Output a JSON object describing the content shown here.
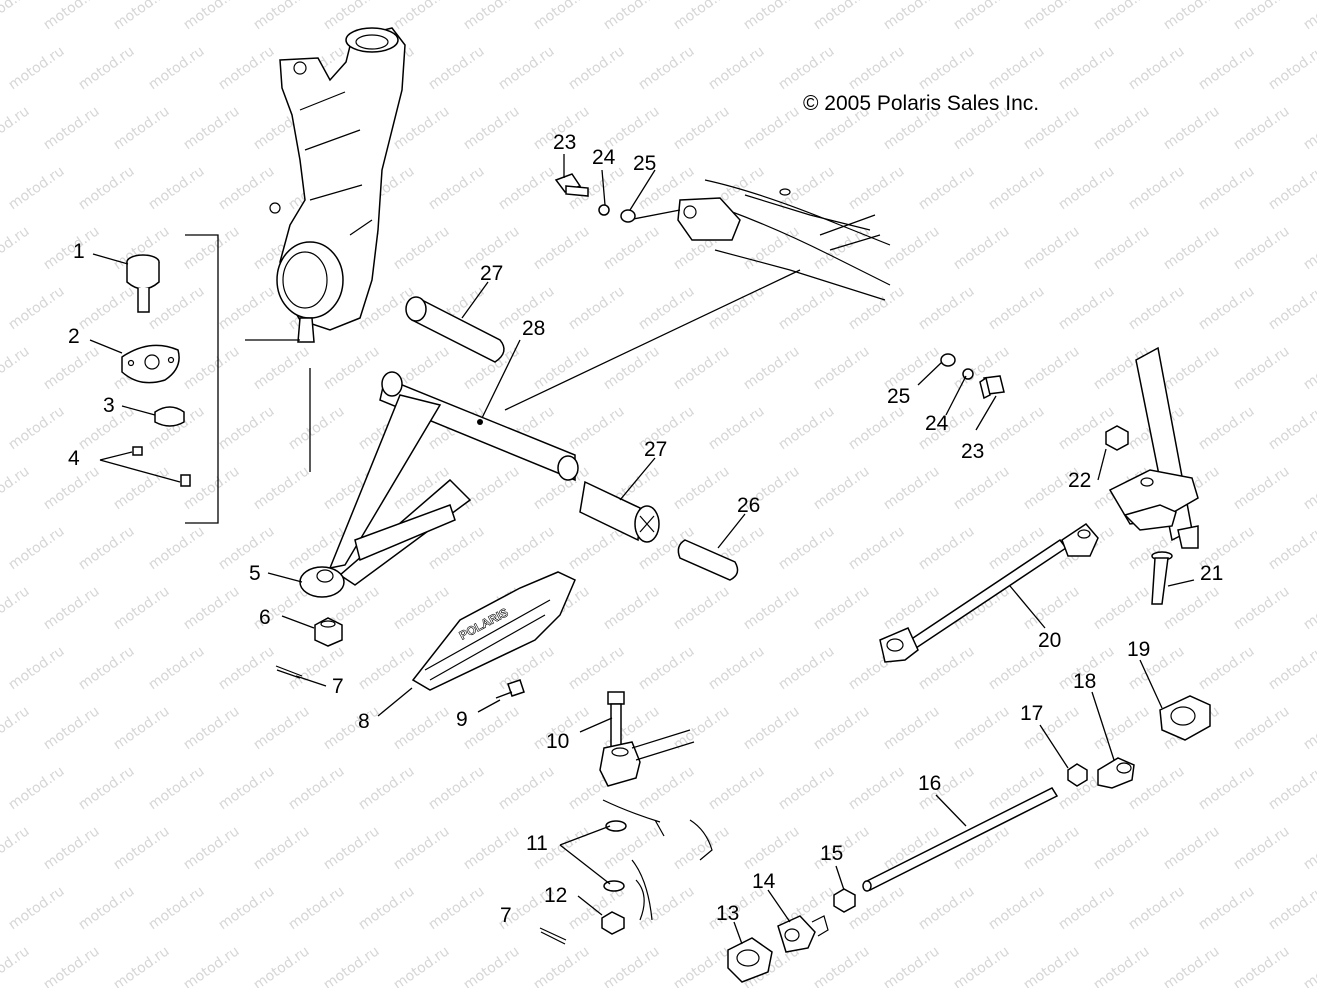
{
  "copyright": "© 2005 Polaris Sales Inc.",
  "watermark": "motod.ru",
  "callouts": [
    "1",
    "2",
    "3",
    "4",
    "5",
    "6",
    "7",
    "8",
    "9",
    "10",
    "11",
    "12",
    "7",
    "13",
    "14",
    "15",
    "16",
    "17",
    "18",
    "19",
    "20",
    "21",
    "22",
    "23",
    "24",
    "25",
    "23",
    "24",
    "25",
    "26",
    "27",
    "27",
    "28"
  ],
  "guard_logo": "POLARIS"
}
